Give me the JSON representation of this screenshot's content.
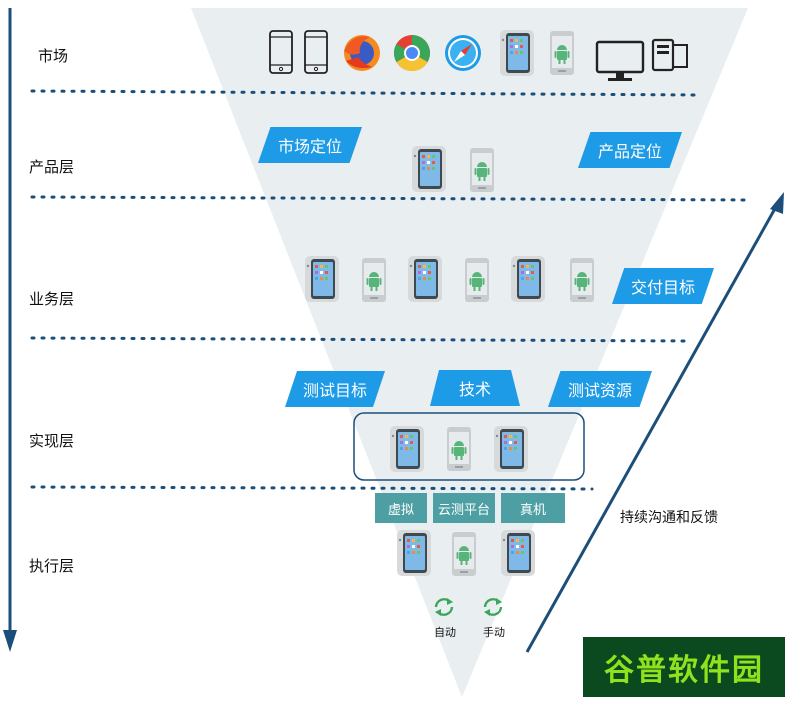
{
  "layers": [
    {
      "label": "市场"
    },
    {
      "label": "产品层"
    },
    {
      "label": "业务层"
    },
    {
      "label": "实现层"
    },
    {
      "label": "执行层"
    }
  ],
  "product_labels": {
    "left": "市场定位",
    "right": "产品定位"
  },
  "business_label": "交付目标",
  "implementation_labels": {
    "left": "测试目标",
    "middle": "技术",
    "right": "测试资源"
  },
  "execution_boxes": [
    "虚拟",
    "云测平台",
    "真机"
  ],
  "execution_modes": [
    "自动",
    "手动"
  ],
  "feedback_label": "持续沟通和反馈",
  "watermark": "谷普软件园",
  "colors": {
    "funnel": "#e9eef1",
    "accent": "#1e9be6",
    "teal": "#4e9fa4",
    "arrow": "#1b4f7a",
    "dotted": "#1b4f7a"
  },
  "icons": [
    "phone-outline-icon",
    "phone-outline-icon",
    "firefox-icon",
    "chrome-icon",
    "safari-icon",
    "iphone-icon",
    "android-phone-icon",
    "monitor-icon",
    "desktop-tower-icon",
    "refresh-icon"
  ]
}
